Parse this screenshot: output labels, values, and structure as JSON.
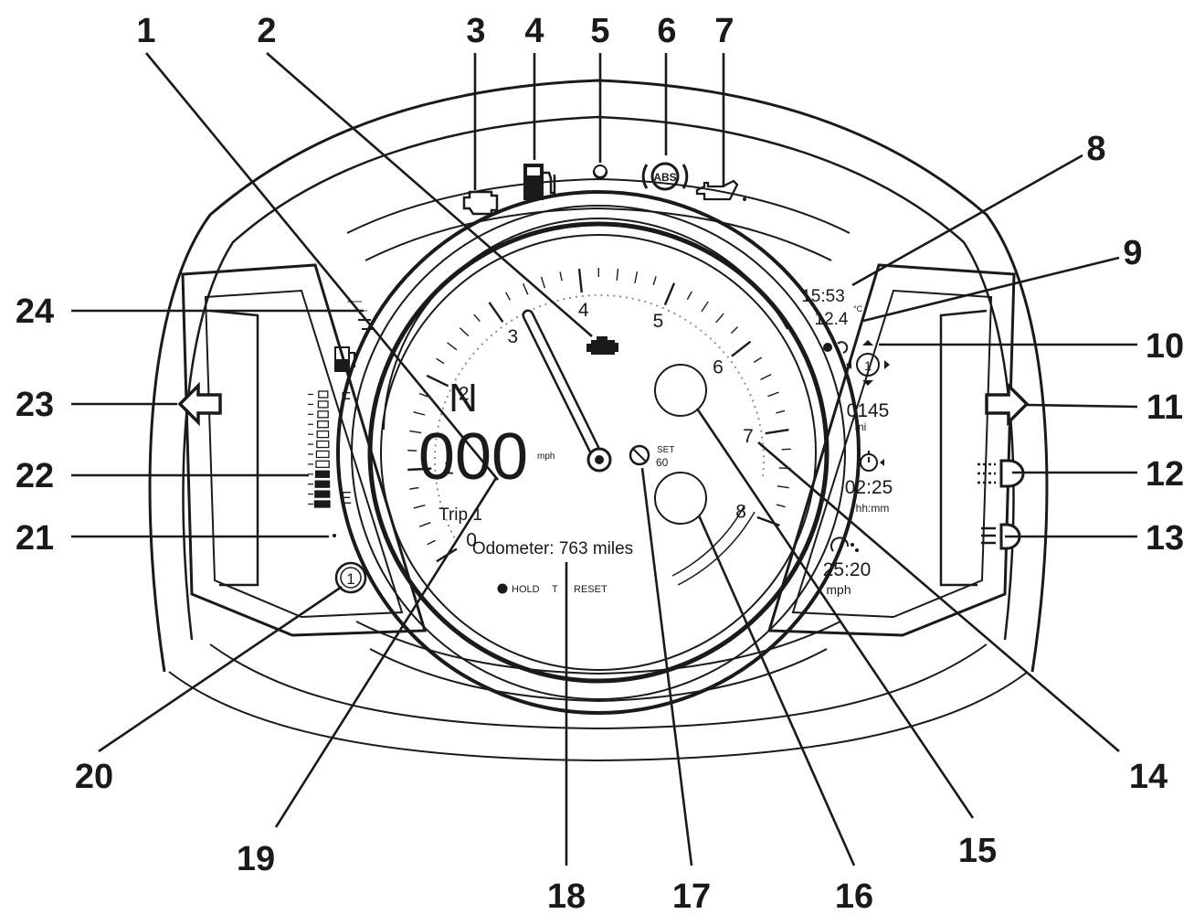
{
  "callouts": [
    "1",
    "2",
    "3",
    "4",
    "5",
    "6",
    "7",
    "8",
    "9",
    "10",
    "11",
    "12",
    "13",
    "14",
    "15",
    "16",
    "17",
    "18",
    "19",
    "20",
    "21",
    "22",
    "23",
    "24"
  ],
  "tachometer": {
    "scale_labels": [
      "0",
      "1",
      "2",
      "3",
      "4",
      "5",
      "6",
      "7",
      "8"
    ]
  },
  "display": {
    "gear": "N",
    "speed": "000",
    "speed_unit": "mph",
    "trip_label": "Trip 1",
    "odometer": "Odometer: 763 miles",
    "hold_text": "HOLD",
    "t_text": "T",
    "reset_text": "RESET",
    "cruise_set": "SET",
    "cruise_value": "60",
    "clock": "15:53",
    "temperature": "12.4",
    "temp_unit": "°C",
    "trip_distance": "0145",
    "trip_distance_unit": "mi",
    "trip_time": "02:25",
    "trip_time_unit": "hh:mm",
    "avg_value": "25:20",
    "avg_unit": "mph",
    "fuel_full": "F",
    "fuel_empty": "E",
    "trip_selector": "1",
    "mode_badge": "1"
  },
  "warning_lamps": [
    "engine-check-icon",
    "fuel-pump-icon",
    "immobiliser-icon",
    "abs-icon",
    "oil-pressure-icon"
  ],
  "colors": {
    "ink": "#1a1a1a",
    "background": "#ffffff"
  }
}
